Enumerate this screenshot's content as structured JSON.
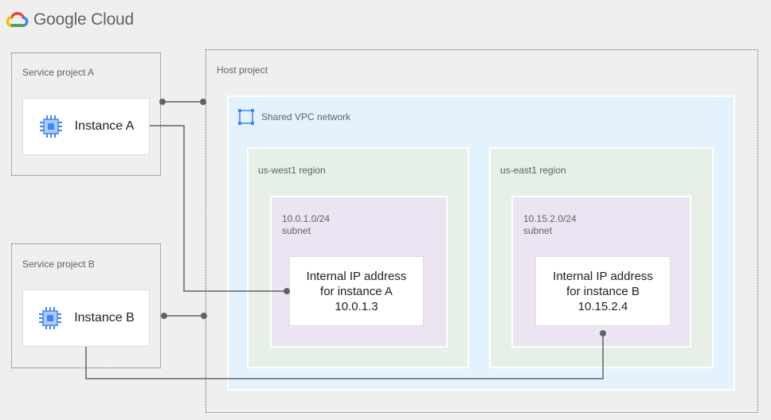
{
  "header": {
    "logo_text": "Google Cloud"
  },
  "service_project_a": {
    "label": "Service project A",
    "instance": "Instance A"
  },
  "service_project_b": {
    "label": "Service project B",
    "instance": "Instance B"
  },
  "host_project": {
    "label": "Host project"
  },
  "vpc": {
    "label": "Shared VPC network"
  },
  "regions": [
    {
      "label": "us-west1 region",
      "subnet_cidr": "10.0.1.0/24",
      "subnet_word": "subnet",
      "ip_box": [
        "Internal IP address",
        "for instance A",
        "10.0.1.3"
      ]
    },
    {
      "label": "us-east1 region",
      "subnet_cidr": "10.15.2.0/24",
      "subnet_word": "subnet",
      "ip_box": [
        "Internal IP address",
        "for instance B",
        "10.15.2.4"
      ]
    }
  ],
  "colors": {
    "vpc_fill": "#e3f2fd",
    "region_fill": "#e6f0e7",
    "subnet_fill": "#ece4f3",
    "connector": "#5f6368",
    "chip_blue": "#4285f4"
  },
  "icons": [
    "google-cloud-logo-icon",
    "compute-chip-icon",
    "vpc-network-icon"
  ]
}
